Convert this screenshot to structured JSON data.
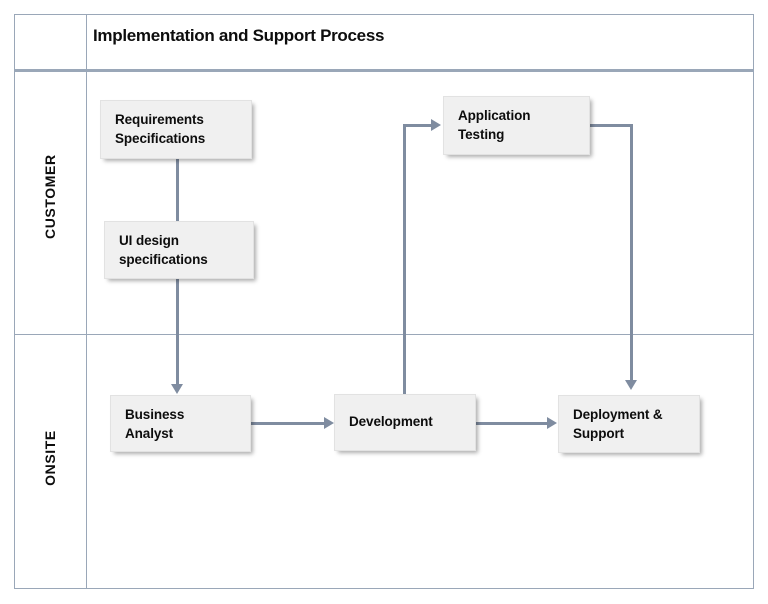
{
  "diagram": {
    "header": {
      "title": "Implementation and Support Process"
    },
    "lanes": [
      {
        "id": "customer",
        "label": "CUSTOMER"
      },
      {
        "id": "onsite",
        "label": "ONSITE"
      }
    ],
    "nodes": [
      {
        "id": "requirements-specifications",
        "lane": "customer",
        "line1": "Requirements",
        "line2": "Specifications"
      },
      {
        "id": "ui-design-specifications",
        "lane": "customer",
        "line1": "UI design",
        "line2": "specifications"
      },
      {
        "id": "application-testing",
        "lane": "customer",
        "line1": "Application",
        "line2": "Testing"
      },
      {
        "id": "business-analyst",
        "lane": "onsite",
        "line1": "Business",
        "line2": "Analyst"
      },
      {
        "id": "development",
        "lane": "onsite",
        "line1": "Development",
        "line2": ""
      },
      {
        "id": "deployment-support",
        "lane": "onsite",
        "line1": "Deployment &",
        "line2": "Support"
      }
    ],
    "connectors": [
      {
        "id": "requirements-to-ui-design",
        "from": "requirements-specifications",
        "to": "ui-design-specifications",
        "direction": "down",
        "arrowhead": false
      },
      {
        "id": "ui-design-to-business-analyst",
        "from": "ui-design-specifications",
        "to": "business-analyst",
        "direction": "down",
        "arrowhead": true
      },
      {
        "id": "business-analyst-to-development",
        "from": "business-analyst",
        "to": "development",
        "direction": "right",
        "arrowhead": true
      },
      {
        "id": "development-to-application-testing",
        "from": "development",
        "to": "application-testing",
        "direction": "up-right",
        "arrowhead": true
      },
      {
        "id": "application-testing-to-deployment",
        "from": "application-testing",
        "to": "deployment-support",
        "direction": "right-down",
        "arrowhead": true
      },
      {
        "id": "development-to-deployment",
        "from": "development",
        "to": "deployment-support",
        "direction": "right",
        "arrowhead": true
      }
    ],
    "colors": {
      "grid_line": "#9aa7b8",
      "connector": "#7f8ca0",
      "node_fill": "#f0f0f0",
      "node_border": "#e2e2e2",
      "text": "#0d0d0d",
      "background": "#ffffff"
    }
  }
}
